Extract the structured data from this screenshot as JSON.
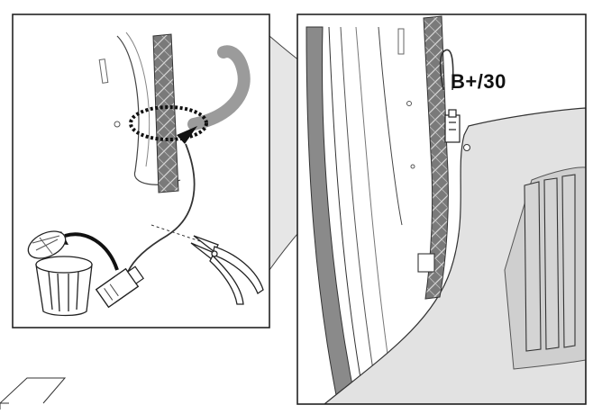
{
  "diagram": {
    "connector_label": "B+/30",
    "colors": {
      "background": "#ffffff",
      "outline": "#222222",
      "harness_fill": "#7a7a7a",
      "cushion_fill": "#e2e2e2",
      "shaded_panel": "#cfcfcf",
      "zoom_cone": "#e6e6e6"
    },
    "icons": [
      "wire-harness",
      "cut-marker-ellipse",
      "direction-arrow",
      "connector-plug",
      "pliers",
      "waste-bin",
      "discard-arrow"
    ]
  }
}
